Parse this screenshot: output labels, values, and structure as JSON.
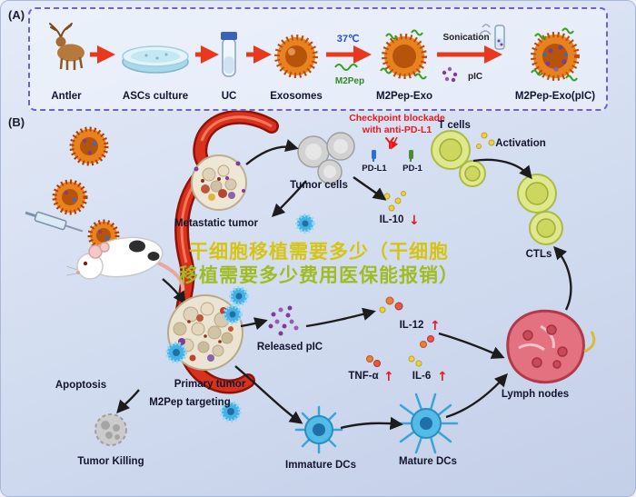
{
  "figure": {
    "panel_a": {
      "tag": "(A)",
      "steps": [
        {
          "label": "Antler"
        },
        {
          "label": "ASCs culture"
        },
        {
          "label": "UC"
        },
        {
          "label": "Exosomes"
        },
        {
          "label": "M2Pep-Exo"
        },
        {
          "label": "M2Pep-Exo(pIC)"
        }
      ],
      "annotations": {
        "temperature": "37℃",
        "m2pep": "M2Pep",
        "sonication": "Sonication",
        "pic": "pIC"
      }
    },
    "panel_b": {
      "tag": "(B)",
      "labels": {
        "metastatic_tumor": "Metastatic tumor",
        "primary_tumor": "Primary tumor",
        "m2pep_targeting": "M2Pep targeting",
        "apoptosis": "Apoptosis",
        "tumor_killing": "Tumor Killing",
        "tumor_cells": "Tumor cells",
        "checkpoint_line1": "Checkpoint blockade",
        "checkpoint_line2": "with anti-PD-L1",
        "pd_l1": "PD-L1",
        "pd_1": "PD-1",
        "t_cells": "T cells",
        "activation": "Activation",
        "ctls": "CTLs",
        "released_pic": "Released pIC",
        "lymph_nodes": "Lymph nodes",
        "immature_dcs": "Immature DCs",
        "mature_dcs": "Mature DCs"
      },
      "cytokines": [
        {
          "name": "IL-10",
          "direction": "↓"
        },
        {
          "name": "IL-12",
          "direction": "↑"
        },
        {
          "name": "TNF-α",
          "direction": "↑"
        },
        {
          "name": "IL-6",
          "direction": "↑"
        }
      ]
    },
    "watermark": {
      "line1": "干细胞移植需要多少（干细胞",
      "line2": "移植需要多少费用医保能报销）"
    },
    "colors": {
      "accent_red": "#e8391f",
      "checkpoint_red": "#e8191c",
      "temp_blue": "#1f4fd8",
      "m2pep_green": "#2e8b22",
      "watermark_yellow": "#d6c414",
      "watermark_green": "#a0bc24"
    }
  }
}
